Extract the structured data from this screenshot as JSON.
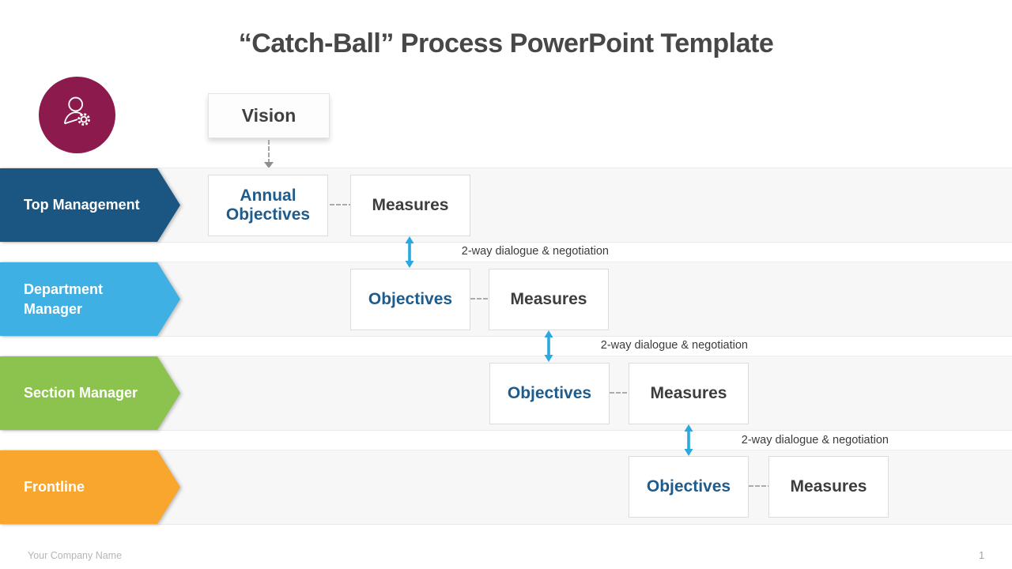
{
  "slide": {
    "title": "“Catch-Ball” Process PowerPoint Template",
    "footer": {
      "company_name": "Your Company Name",
      "page_number": "1"
    }
  },
  "colors": {
    "badge_maroon": "#8C1A4D",
    "arrow_blue": "#29A9E0",
    "objectives_text": "#1F5C8B",
    "band_background": "#f7f7f7"
  },
  "icons": {
    "person_gear_icon": "person-with-gear"
  },
  "vision": {
    "label": "Vision"
  },
  "rows": [
    {
      "label": "Top Management",
      "color": "#1B5581",
      "objectives_label": "Annual Objectives",
      "measures_label": "Measures"
    },
    {
      "label": "Department Manager",
      "color": "#3FB0E4",
      "objectives_label": "Objectives",
      "measures_label": "Measures"
    },
    {
      "label": "Section Manager",
      "color": "#8CC24E",
      "objectives_label": "Objectives",
      "measures_label": "Measures"
    },
    {
      "label": "Frontline",
      "color": "#F9A62E",
      "objectives_label": "Objectives",
      "measures_label": "Measures"
    }
  ],
  "connectors": {
    "dialogue_label": "2-way dialogue & negotiation"
  }
}
